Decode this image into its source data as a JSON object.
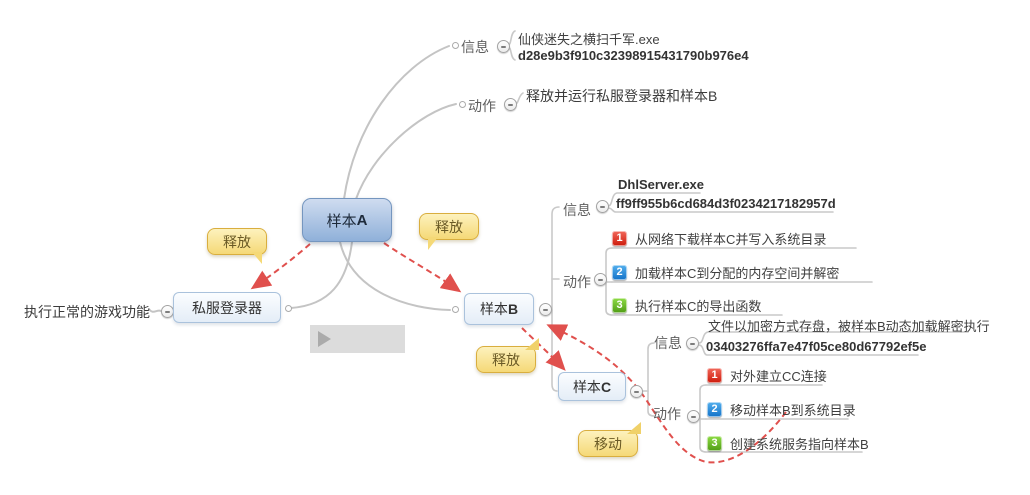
{
  "topics": {
    "sample_a": {
      "zh": "样本",
      "letter": "A"
    },
    "sample_b": {
      "zh": "样本",
      "letter": "B"
    },
    "sample_c": {
      "zh": "样本",
      "letter": "C"
    },
    "private_server": {
      "label": "私服登录器"
    },
    "game_note": {
      "label": "执行正常的游戏功能"
    }
  },
  "branch_a": {
    "info_label": "信息",
    "filename": "仙侠迷失之横扫千军.exe",
    "md5": "d28e9b3f910c32398915431790b976e4",
    "action_label": "动作",
    "action_text": "释放并运行私服登录器和样本B"
  },
  "branch_b": {
    "info_label": "信息",
    "filename": "DhlServer.exe",
    "md5": "ff9ff955b6cd684d3f0234217182957d",
    "action_label": "动作",
    "actions": [
      {
        "num": "1",
        "text": "从网络下载样本C并写入系统目录"
      },
      {
        "num": "2",
        "text": "加载样本C到分配的内存空间并解密"
      },
      {
        "num": "3",
        "text": "执行样本C的导出函数"
      }
    ]
  },
  "branch_c": {
    "info_label": "信息",
    "note": "文件以加密方式存盘，被样本B动态加载解密执行",
    "md5": "03403276ffa7e47f05ce80d67792ef5e",
    "action_label": "动作",
    "actions": [
      {
        "num": "1",
        "text": "对外建立CC连接"
      },
      {
        "num": "2",
        "text": "移动样本B到系统目录"
      },
      {
        "num": "3",
        "text": "创建系统服务指向样本B"
      }
    ]
  },
  "callouts": {
    "release": "释放",
    "move": "移动"
  },
  "colors": {
    "root_node": "#8fb0d9",
    "child_node": "#e4edf7",
    "callout_fill": "#f5d977",
    "relationship_red": "#e0504d",
    "connector_gray": "#c4c4c4",
    "priority_1": "#cc1a0a",
    "priority_2": "#1272c8",
    "priority_3": "#4f9c14"
  }
}
